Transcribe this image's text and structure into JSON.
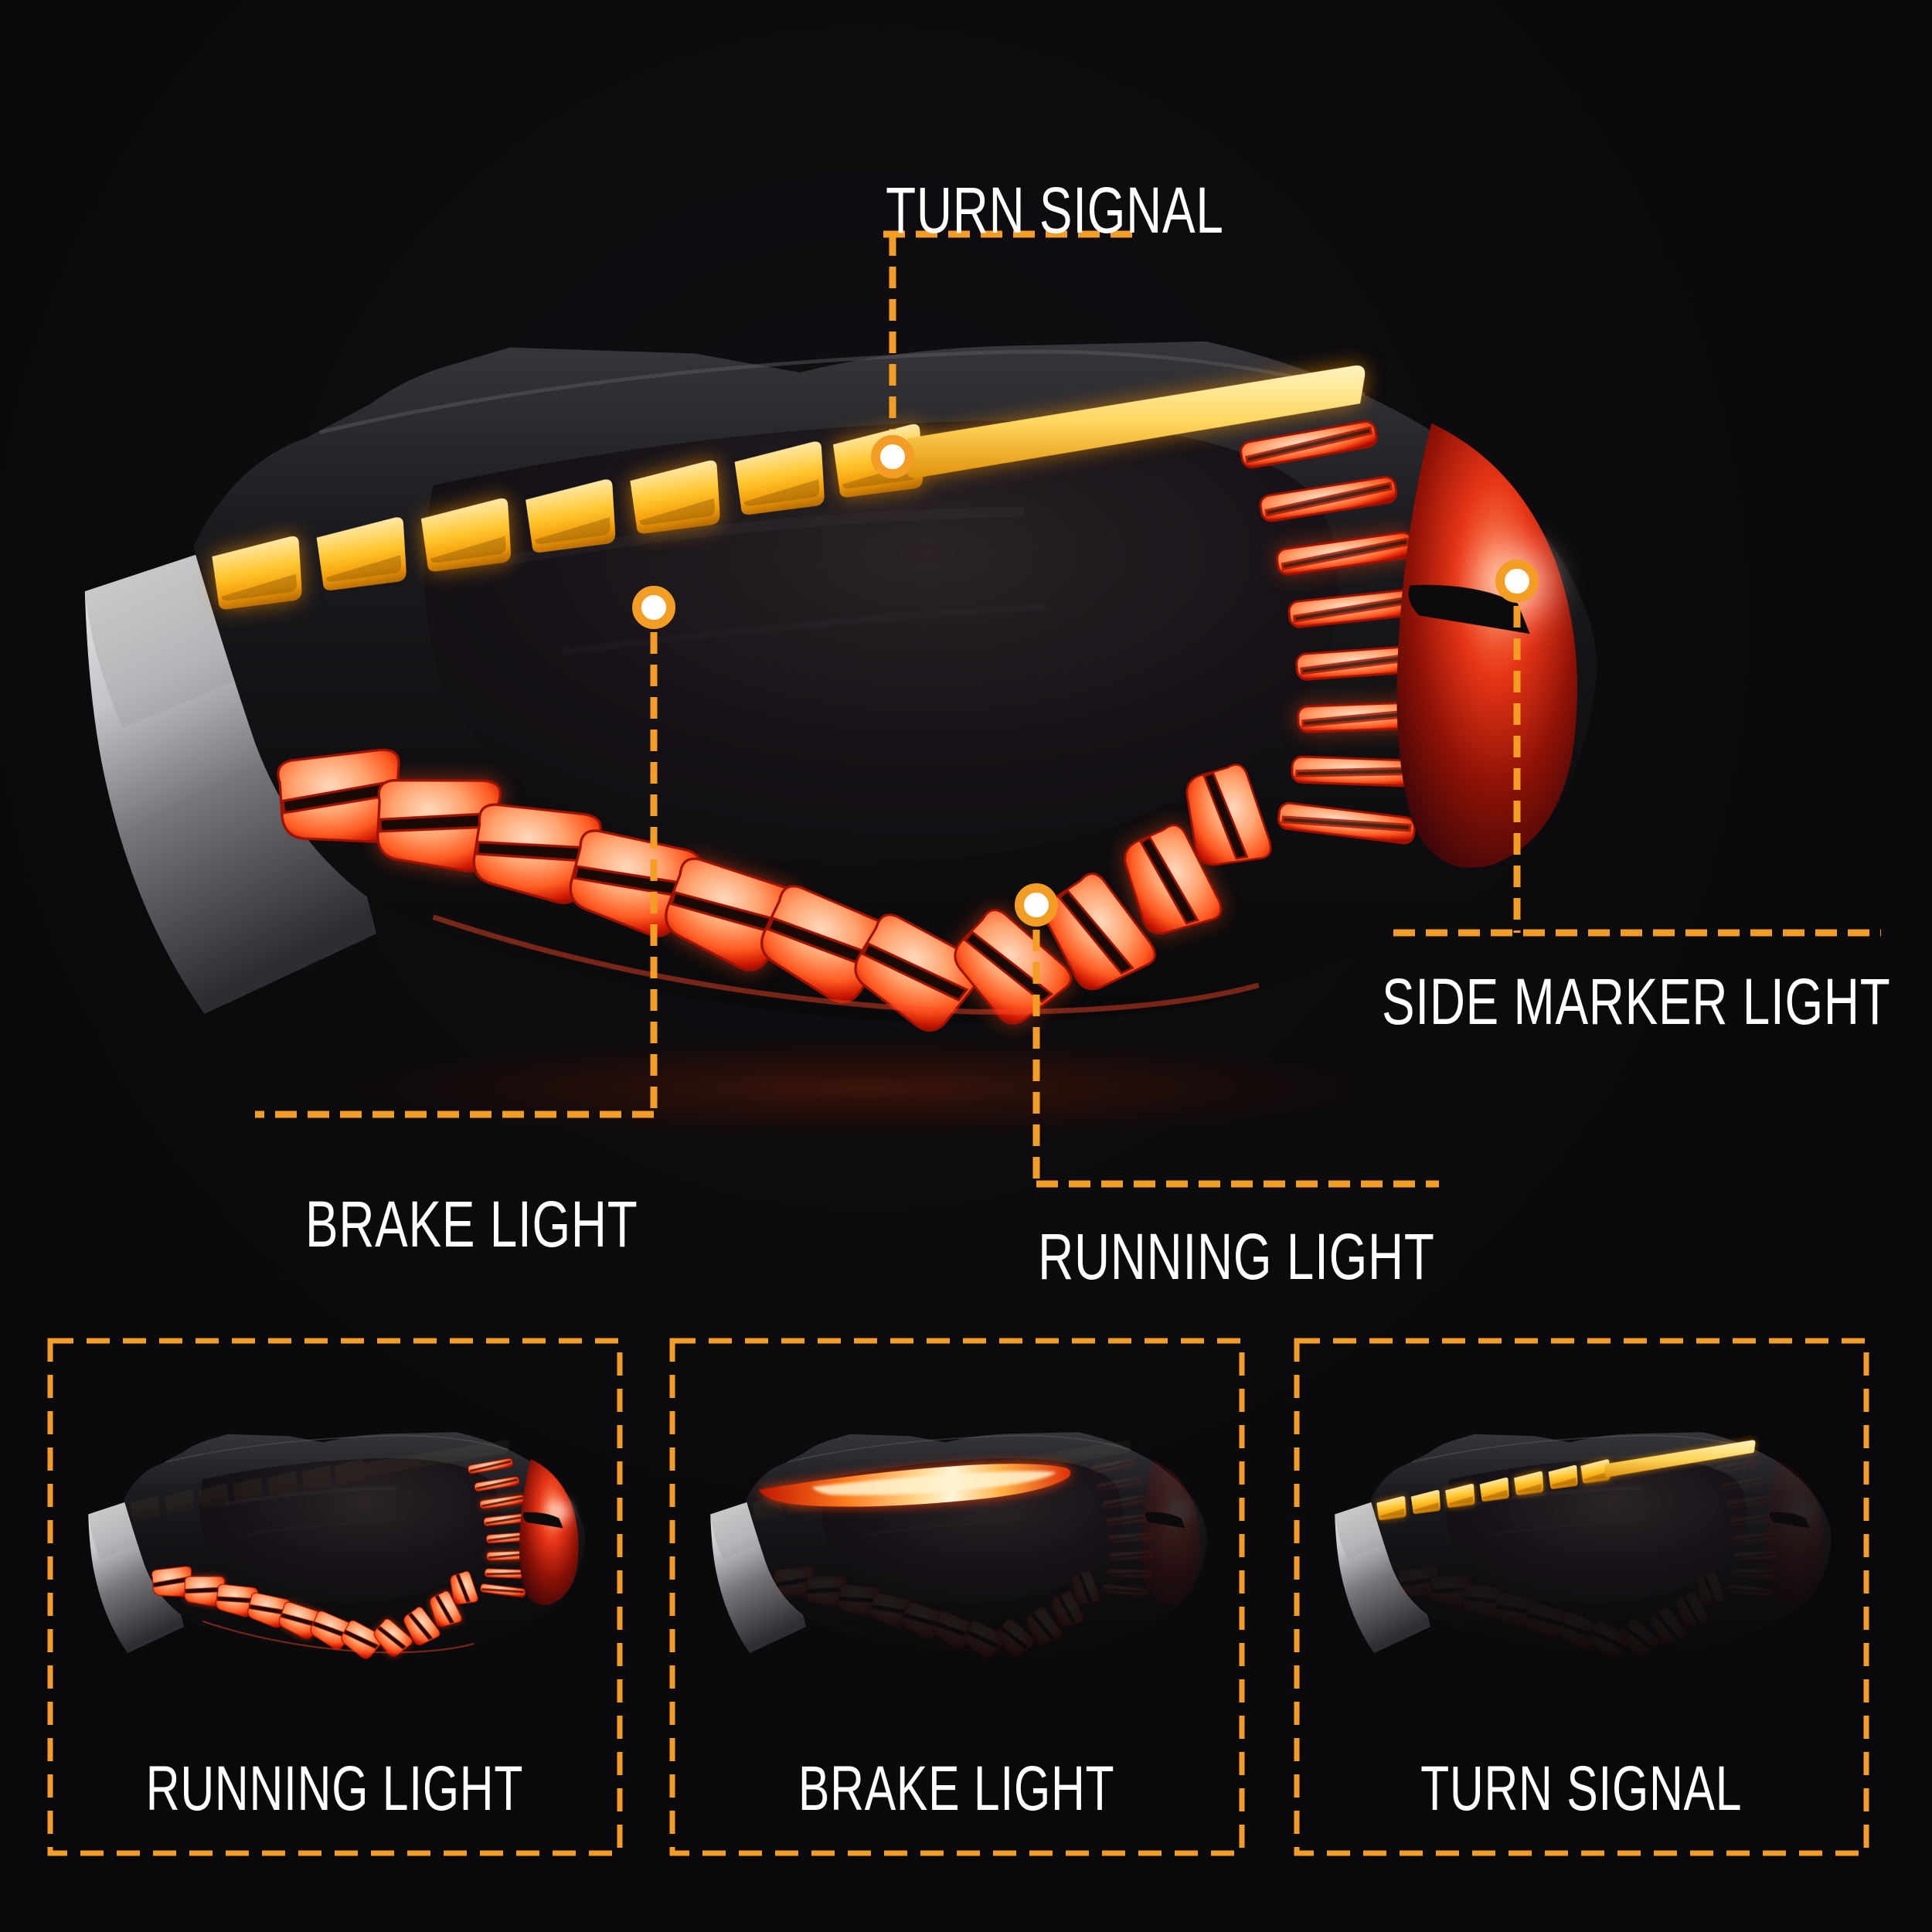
{
  "figure": {
    "description": "Annotated product diagram of an LED tail light assembly showing light functions",
    "background_color": "#09080a",
    "accent_color": "#F49D25",
    "label_color": "#FFFFFF"
  },
  "callouts": {
    "turn_signal": {
      "label": "TURN SIGNAL"
    },
    "side_marker": {
      "label": "SIDE MARKER LIGHT"
    },
    "brake": {
      "label": "BRAKE LIGHT"
    },
    "running": {
      "label": "RUNNING LIGHT"
    }
  },
  "thumbnails": [
    {
      "label": "RUNNING LIGHT",
      "mode": "running-light-on"
    },
    {
      "label": "BRAKE LIGHT",
      "mode": "brake-light-on"
    },
    {
      "label": "TURN SIGNAL",
      "mode": "turn-signal-on"
    }
  ],
  "colors": {
    "turn_signal_amber": "#FFC62E",
    "brake_running_red": "#FF5C22",
    "side_marker_red": "#E63517",
    "callout_dashes_orange": "#F49D25"
  }
}
